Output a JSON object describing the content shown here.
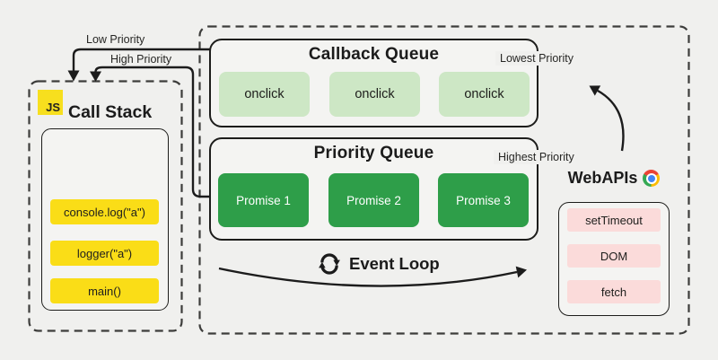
{
  "colors": {
    "background": "#f0f0ee",
    "panel": "#f4f4f2",
    "ink": "#1b1b1b",
    "yellow": "#fadd17",
    "js_logo_yellow": "#f7df1e",
    "light_green": "#cde7c5",
    "dark_green": "#2e9e49",
    "pink": "#fbdbda"
  },
  "call_stack": {
    "logo": "JS",
    "title": "Call Stack",
    "frames": [
      "console.log(\"a\")",
      "logger(\"a\")",
      "main()"
    ]
  },
  "callback_queue": {
    "title": "Callback Queue",
    "priority": "Lowest Priority",
    "tasks": [
      "onclick",
      "onclick",
      "onclick"
    ]
  },
  "priority_queue": {
    "title": "Priority Queue",
    "priority": "Highest Priority",
    "tasks": [
      "Promise 1",
      "Promise 2",
      "Promise 3"
    ]
  },
  "web_apis": {
    "title": "WebAPIs",
    "apis": [
      "setTimeout",
      "DOM",
      "fetch"
    ]
  },
  "event_loop": {
    "label": "Event Loop"
  },
  "flow_labels": {
    "low": "Low Priority",
    "high": "High Priority"
  }
}
